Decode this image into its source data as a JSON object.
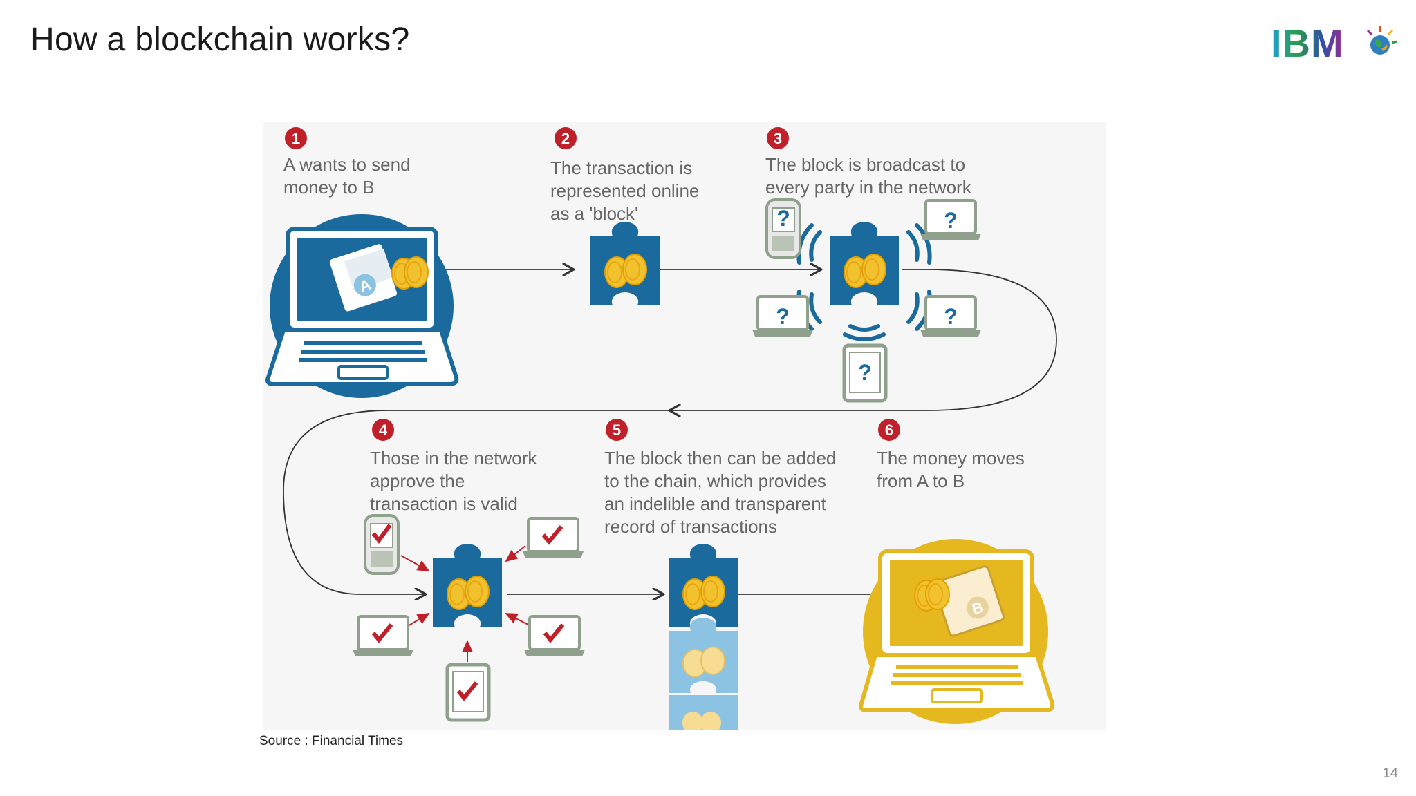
{
  "slide": {
    "title": "How a blockchain  works?",
    "page_number": "14",
    "source": "Source : Financial Times"
  },
  "logo": {
    "text": "IBM",
    "icon": "ibm-globe-logo"
  },
  "steps": [
    {
      "number": "1",
      "lines": [
        "A wants to send",
        "money to B"
      ]
    },
    {
      "number": "2",
      "lines": [
        "The transaction is",
        "represented online",
        "as a 'block'"
      ]
    },
    {
      "number": "3",
      "lines": [
        "The block is broadcast to",
        "every party in the network"
      ]
    },
    {
      "number": "4",
      "lines": [
        "Those in the network",
        "approve the",
        "transaction is valid"
      ]
    },
    {
      "number": "5",
      "lines": [
        "The block then can be added",
        "to the chain, which provides",
        "an indelible and transparent",
        "record of transactions"
      ]
    },
    {
      "number": "6",
      "lines": [
        "The money moves",
        "from A to B"
      ]
    }
  ],
  "labels": {
    "sender": "A",
    "receiver": "B",
    "unknown": "?"
  },
  "colors": {
    "blue": "#1b6a9e",
    "light_blue": "#8cc3e3",
    "gold": "#f2c12e",
    "yellow": "#e4b81e",
    "red": "#c0202a",
    "device_green": "#8fa08c",
    "text_gray": "#666666"
  }
}
